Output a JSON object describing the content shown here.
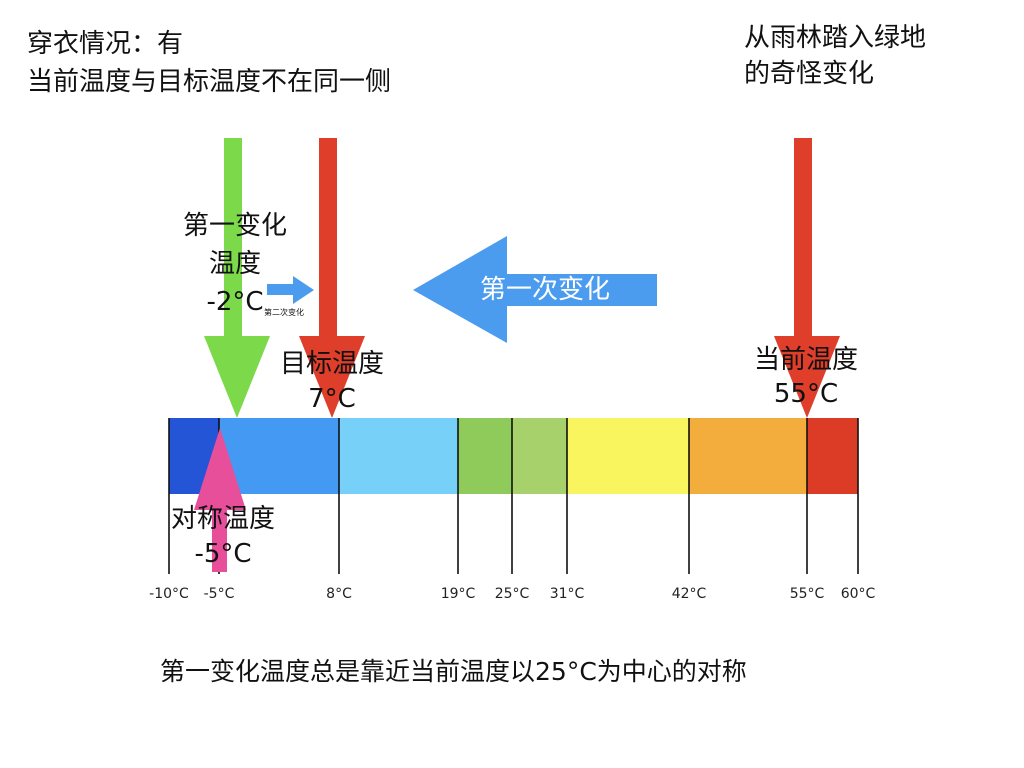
{
  "header": {
    "line1": "穿衣情况：有",
    "line2": "当前温度与目标温度不在同一侧"
  },
  "top_right_note": {
    "line1": "从雨林踏入绿地",
    "line2": "的奇怪变化"
  },
  "labels": {
    "first_change_line1": "第一变化",
    "first_change_line2": "温度",
    "first_change_temp": "-2°C",
    "second_change": "第二次变化",
    "first_change_arrow": "第一次变化",
    "target_line1": "目标温度",
    "target_temp": "7°C",
    "current_line1": "当前温度",
    "current_temp": "55°C",
    "symmetric_line1": "对称温度",
    "symmetric_temp": "-5°C"
  },
  "footer": "第一变化温度总是靠近当前温度以25°C为中心的对称",
  "scale": {
    "ticks": [
      {
        "value": -10,
        "label": "-10°C"
      },
      {
        "value": -5,
        "label": "-5°C"
      },
      {
        "value": 8,
        "label": "8°C"
      },
      {
        "value": 19,
        "label": "19°C"
      },
      {
        "value": 25,
        "label": "25°C"
      },
      {
        "value": 31,
        "label": "31°C"
      },
      {
        "value": 42,
        "label": "42°C"
      },
      {
        "value": 55,
        "label": "55°C"
      },
      {
        "value": 60,
        "label": "60°C"
      }
    ],
    "segments": [
      {
        "from": -10,
        "to": -5,
        "color": "#2455d6"
      },
      {
        "from": -5,
        "to": 8,
        "color": "#4499f2"
      },
      {
        "from": 8,
        "to": 19,
        "color": "#76d0f8"
      },
      {
        "from": 19,
        "to": 25,
        "color": "#8fcb5a"
      },
      {
        "from": 25,
        "to": 31,
        "color": "#a7d16a"
      },
      {
        "from": 31,
        "to": 42,
        "color": "#f8f55f"
      },
      {
        "from": 42,
        "to": 55,
        "color": "#f2ad3d"
      },
      {
        "from": 55,
        "to": 60,
        "color": "#dc3c26"
      }
    ]
  },
  "colors": {
    "green_arrow": "#7cd94a",
    "red_arrow": "#de3e2a",
    "blue_arrow": "#4b9cef",
    "pink_arrow": "#e84f9b"
  }
}
